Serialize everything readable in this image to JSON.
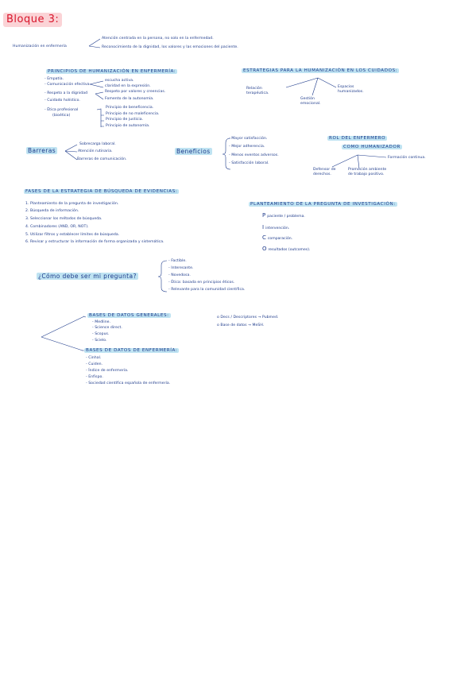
{
  "title": "Bloque 3:",
  "humanizacion": {
    "label": "Humanización en enfermería",
    "items": [
      "Atención centrada en la persona, no solo en la enfermedad.",
      "Reconocimiento de la dignidad, los valores y las emociones del paciente."
    ]
  },
  "principios": {
    "heading": "Principios de humanización en enfermería:",
    "left_items": [
      "- Empatía.",
      "- Comunicación efectiva",
      "- Respeto a la dignidad",
      "- Cuidado holístico.",
      "- Ética profesional",
      "(bioética)"
    ],
    "comm_sub": [
      "escucha activa.",
      "claridad en la expresión."
    ],
    "dig_sub": [
      "Respeto por valores y creencias.",
      "Fomento de la autonomía."
    ],
    "ethics_sub": [
      "Principio de beneficencia.",
      "Principio de no maleficencia.",
      "Principio de justicia.",
      "Principio de autonomía."
    ]
  },
  "estrategias": {
    "heading": "Estrategias para la humanización en los cuidados:",
    "items": [
      "Relación terapéutica.",
      "Gestión emocional.",
      "Espacios humanizados."
    ]
  },
  "barreras": {
    "label": "Barreras",
    "items": [
      "Sobrecarga laboral.",
      "Atención rutinaria.",
      "Barreras de comunicación."
    ]
  },
  "beneficios": {
    "label": "Beneficios",
    "items": [
      "- Mayor satisfacción.",
      "- Mejor adherencia.",
      "- Menos eventos adversos.",
      "- Satisfacción laboral."
    ]
  },
  "rol": {
    "heading_line1": "Rol del enfermero",
    "heading_line2": "como humanizador",
    "items": [
      "Formación continua.",
      "Defensor de derechos.",
      "Promoción ambiente de trabajo positivo."
    ]
  },
  "fases": {
    "heading": "Fases de la estrategia de búsqueda de evidencias:",
    "items": [
      "1. Planteamiento de la pregunta de investigación.",
      "2. Búsqueda de información.",
      "3. Seleccionar los métodos de búsqueda.",
      "4. Combinadores (AND, OR, NOT).",
      "5. Utilizar filtros y establecer límites de búsqueda.",
      "6. Revisar y estructurar la información de forma organizada y sistemática."
    ]
  },
  "pico": {
    "heading": "Planteamiento de la pregunta de investigación:",
    "rows": [
      {
        "letter": "P",
        "text": "paciente / problema."
      },
      {
        "letter": "I",
        "text": "intervención."
      },
      {
        "letter": "C",
        "text": "comparación."
      },
      {
        "letter": "O",
        "text": "resultados (outcomes)."
      }
    ]
  },
  "pregunta": {
    "label": "¿Cómo debe ser mi pregunta?",
    "items": [
      "- Factible.",
      "- Interesante.",
      "- Novedosa.",
      "- Ética: basada en principios éticos.",
      "- Relevante para la comunidad científica."
    ]
  },
  "bases": {
    "general_heading": "Bases de datos generales:",
    "general_items": [
      "- Medline.",
      "- Science direct.",
      "- Scopus.",
      "- Scielo."
    ],
    "nursing_heading": "Bases de datos de enfermería:",
    "nursing_items": [
      "- Cinhal.",
      "- Cuiden.",
      "- Índice de enfermería.",
      "- Enfispo.",
      "- Sociedad científica española de enfermería."
    ],
    "notes": [
      "o Decs / Descriptores → Pubmed.",
      "o Base de datos → MeSH."
    ]
  },
  "colors": {
    "ink": "#1d3a8a",
    "title": "#d8152b",
    "title_bg": "#fbd3d6",
    "highlight": "#bfe3f2"
  }
}
